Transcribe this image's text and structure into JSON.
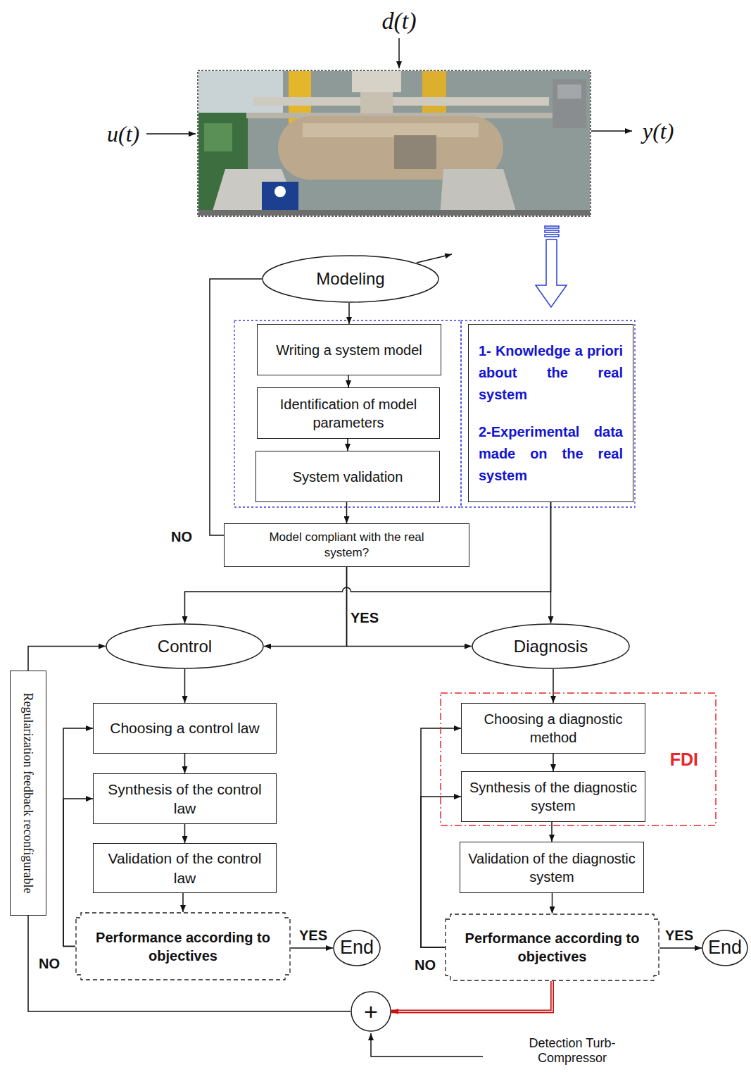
{
  "diagram": {
    "nodes": [
      {
        "text": [
          "Modeling"
        ]
      },
      {
        "text": [
          "Writing a system model"
        ]
      },
      {
        "text": [
          "Identification of model parameters"
        ]
      },
      {
        "text": [
          "System validation"
        ]
      },
      {
        "text": [
          "1- Knowledge a priori about the real system",
          "2-Experimental data made on the real system"
        ]
      },
      {
        "text": [
          "Model compliant with the real system?"
        ]
      },
      {
        "text": [
          "Control"
        ]
      },
      {
        "text": [
          "Diagnosis"
        ]
      },
      {
        "text": [
          "Choosing a control law"
        ]
      },
      {
        "text": [
          "Synthesis of the control law"
        ]
      },
      {
        "text": [
          "Validation of the control law"
        ]
      },
      {
        "text": [
          "Performance according to objectives"
        ]
      },
      {
        "text": [
          "End"
        ]
      },
      {
        "text": [
          "FDI"
        ]
      },
      {
        "text": [
          "Choosing a diagnostic method"
        ],
        "in": 13
      },
      {
        "text": [
          "Synthesis of the diagnostic system"
        ],
        "in": 13
      },
      {
        "text": [
          "Validation of the diagnostic system"
        ]
      },
      {
        "text": [
          "Performance according to objectives"
        ]
      },
      {
        "text": [
          "End"
        ]
      },
      {
        "text": [
          "+"
        ]
      }
    ],
    "edges": [
      {
        "from": 0,
        "to": 1,
        "arrow": "to"
      },
      {
        "from": 1,
        "to": 2,
        "arrow": "to"
      },
      {
        "from": 2,
        "to": 3,
        "arrow": "to"
      },
      {
        "from": 3,
        "to": 5,
        "arrow": "to"
      },
      {
        "from": 5,
        "to": 0,
        "label": "NO",
        "arrow": "none"
      },
      {
        "from": 5,
        "to": 6,
        "label": "YES",
        "arrow": "to"
      },
      {
        "from": 5,
        "to": 7,
        "arrow": "to"
      },
      {
        "from": 4,
        "to": 6,
        "arrow": "to"
      },
      {
        "from": 4,
        "to": 7,
        "arrow": "to"
      },
      {
        "from": 6,
        "to": 8,
        "arrow": "to"
      },
      {
        "from": 8,
        "to": 9,
        "arrow": "to"
      },
      {
        "from": 9,
        "to": 10,
        "arrow": "to"
      },
      {
        "from": 10,
        "to": 11,
        "arrow": "to"
      },
      {
        "from": 11,
        "to": 12,
        "label": "YES",
        "arrow": "to"
      },
      {
        "from": 11,
        "to": 8,
        "label": "NO",
        "arrow": "to"
      },
      {
        "from": 11,
        "to": 9,
        "arrow": "to"
      },
      {
        "from": 7,
        "to": 14,
        "arrow": "to"
      },
      {
        "from": 14,
        "to": 15,
        "arrow": "to"
      },
      {
        "from": 15,
        "to": 16,
        "arrow": "to"
      },
      {
        "from": 16,
        "to": 17,
        "arrow": "to"
      },
      {
        "from": 17,
        "to": 18,
        "label": "YES",
        "arrow": "to"
      },
      {
        "from": 17,
        "to": 14,
        "label": "NO",
        "arrow": "to"
      },
      {
        "from": 17,
        "to": 15,
        "arrow": "to"
      },
      {
        "from": 17,
        "to": 19,
        "arrow": "to"
      },
      {
        "from": 19,
        "to": 6,
        "label": "Regularization feedback reconfigurable",
        "arrow": "to"
      }
    ],
    "labels": [
      "d(t)",
      "u(t)",
      "y(t)",
      "Detection Turb-Compressor"
    ]
  }
}
